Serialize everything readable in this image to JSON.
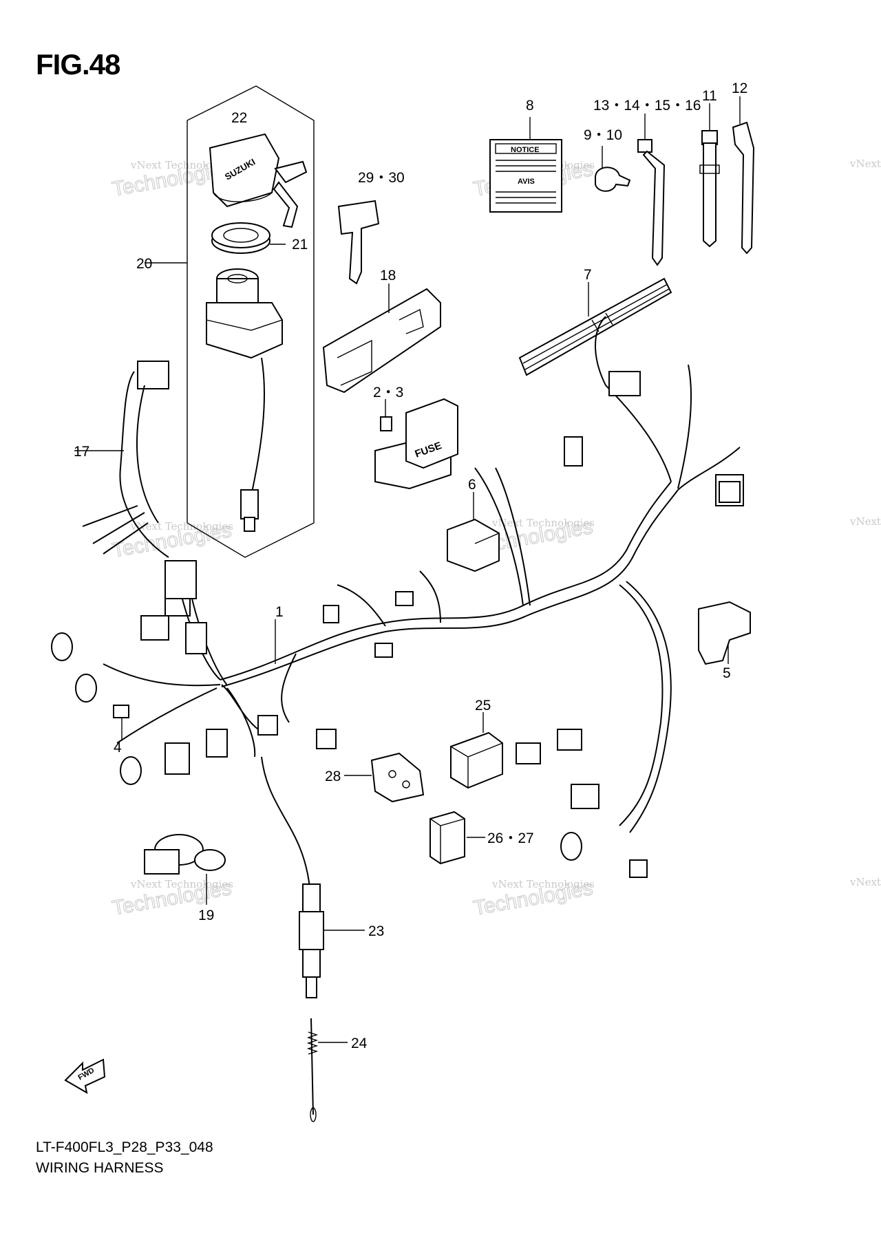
{
  "figure": {
    "title": "FIG.48",
    "code": "LT-F400FL3_P28_P33_048",
    "name": "WIRING HARNESS",
    "fwd_label": "FWD"
  },
  "watermark": {
    "company": "vNext Technologies",
    "big_text": "Technologies",
    "small_v": "vNext"
  },
  "callouts": [
    {
      "id": "c1",
      "text": "1"
    },
    {
      "id": "c23",
      "text": "2・3"
    },
    {
      "id": "c4",
      "text": "4"
    },
    {
      "id": "c5",
      "text": "5"
    },
    {
      "id": "c6",
      "text": "6"
    },
    {
      "id": "c7",
      "text": "7"
    },
    {
      "id": "c8",
      "text": "8"
    },
    {
      "id": "c910",
      "text": "9・10"
    },
    {
      "id": "c11",
      "text": "11"
    },
    {
      "id": "c12",
      "text": "12"
    },
    {
      "id": "c1316",
      "text": "13・14・15・16"
    },
    {
      "id": "c17",
      "text": "17"
    },
    {
      "id": "c18",
      "text": "18"
    },
    {
      "id": "c19",
      "text": "19"
    },
    {
      "id": "c20",
      "text": "20"
    },
    {
      "id": "c21",
      "text": "21"
    },
    {
      "id": "c22",
      "text": "22"
    },
    {
      "id": "c23b",
      "text": "23"
    },
    {
      "id": "c24",
      "text": "24"
    },
    {
      "id": "c25",
      "text": "25"
    },
    {
      "id": "c2627",
      "text": "26・27"
    },
    {
      "id": "c28",
      "text": "28"
    },
    {
      "id": "c2930",
      "text": "29・30"
    }
  ],
  "part_text": {
    "notice": "NOTICE",
    "avis": "AVIS",
    "fuse": "FUSE",
    "brand": "SUZUKI"
  }
}
